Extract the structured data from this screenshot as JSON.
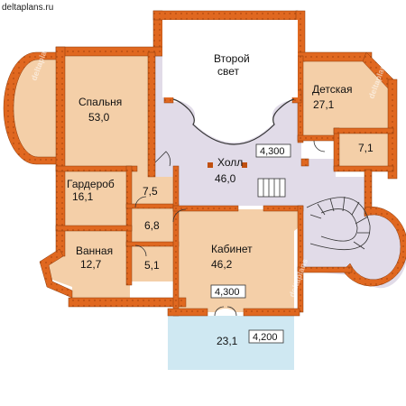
{
  "site": "deltaplans.ru",
  "watermark": "deltaplans",
  "colors": {
    "wall": "#e06820",
    "brick_dot": "#b04a10",
    "room_fill": "#f4cfa8",
    "hall_fill": "#e1dbe8",
    "balcony_fill": "#cfe8f2",
    "void_fill": "#ffffff",
    "line": "#333333"
  },
  "rooms": {
    "second_light": {
      "name_line1": "Второй",
      "name_line2": "свет"
    },
    "bedroom": {
      "name": "Спальня",
      "area": "53,0"
    },
    "nursery": {
      "name": "Детская",
      "area": "27,1"
    },
    "nursery_bath": {
      "area": "7,1"
    },
    "hall": {
      "name": "Холл",
      "area": "46,0",
      "level": "4,300"
    },
    "wardrobe": {
      "name": "Гардероб",
      "area": "16,1"
    },
    "corridor": {
      "area": "7,5"
    },
    "closet": {
      "area": "6,8"
    },
    "bathroom": {
      "name": "Ванная",
      "area": "12,7"
    },
    "wc": {
      "area": "5,1"
    },
    "study": {
      "name": "Кабинет",
      "area": "46,2",
      "level": "4,300"
    },
    "balcony": {
      "area": "23,1",
      "level": "4,200"
    }
  }
}
